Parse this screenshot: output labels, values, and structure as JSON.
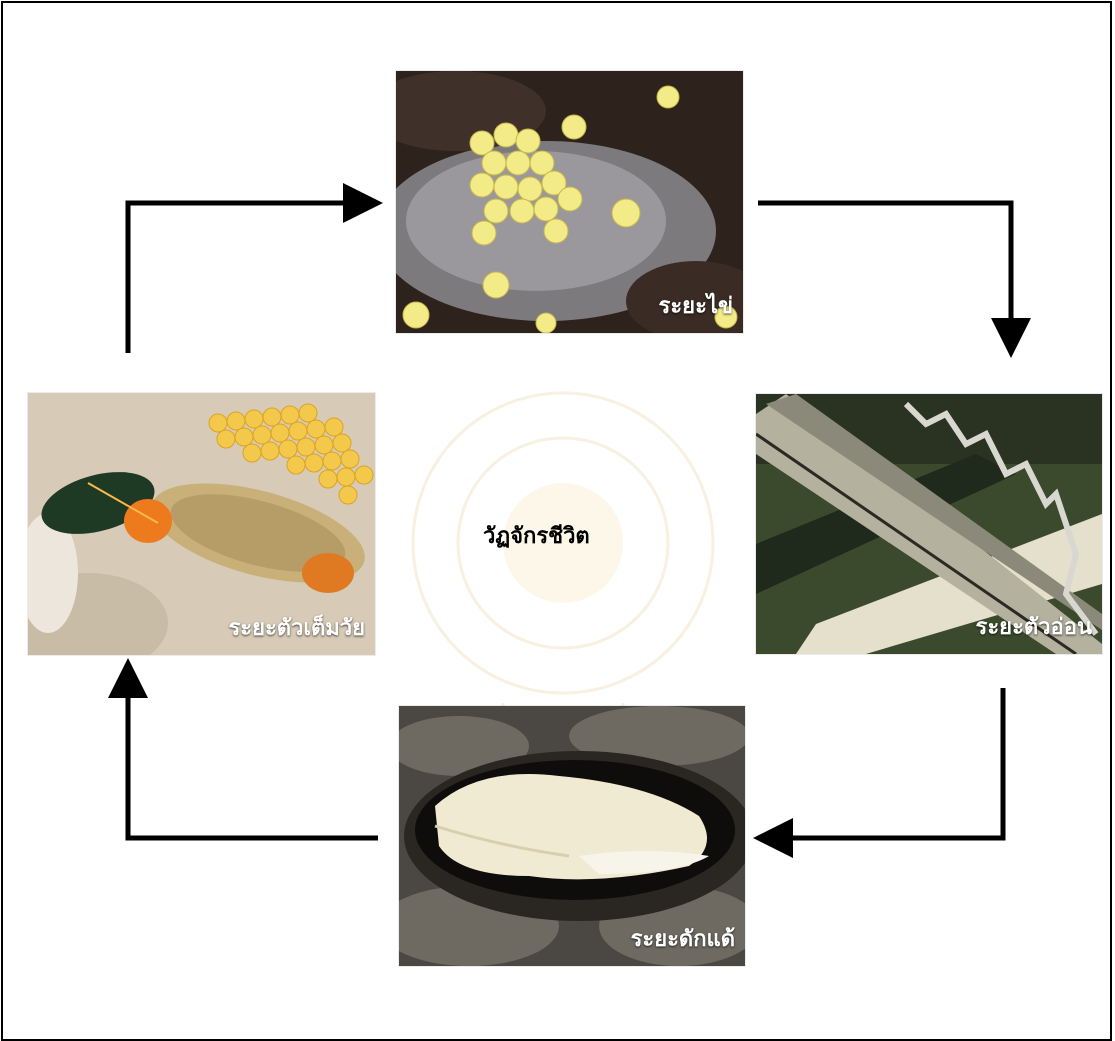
{
  "diagram": {
    "title": "วัฏจักรชีวิต",
    "stages": {
      "egg": "ระยะไข่",
      "larva": "ระยะตัวอ่อน",
      "pupa": "ระยะดักแด้",
      "adult": "ระยะตัวเต็มวัย"
    },
    "arrow_color": "#000000",
    "label_color": "#ffffff"
  }
}
